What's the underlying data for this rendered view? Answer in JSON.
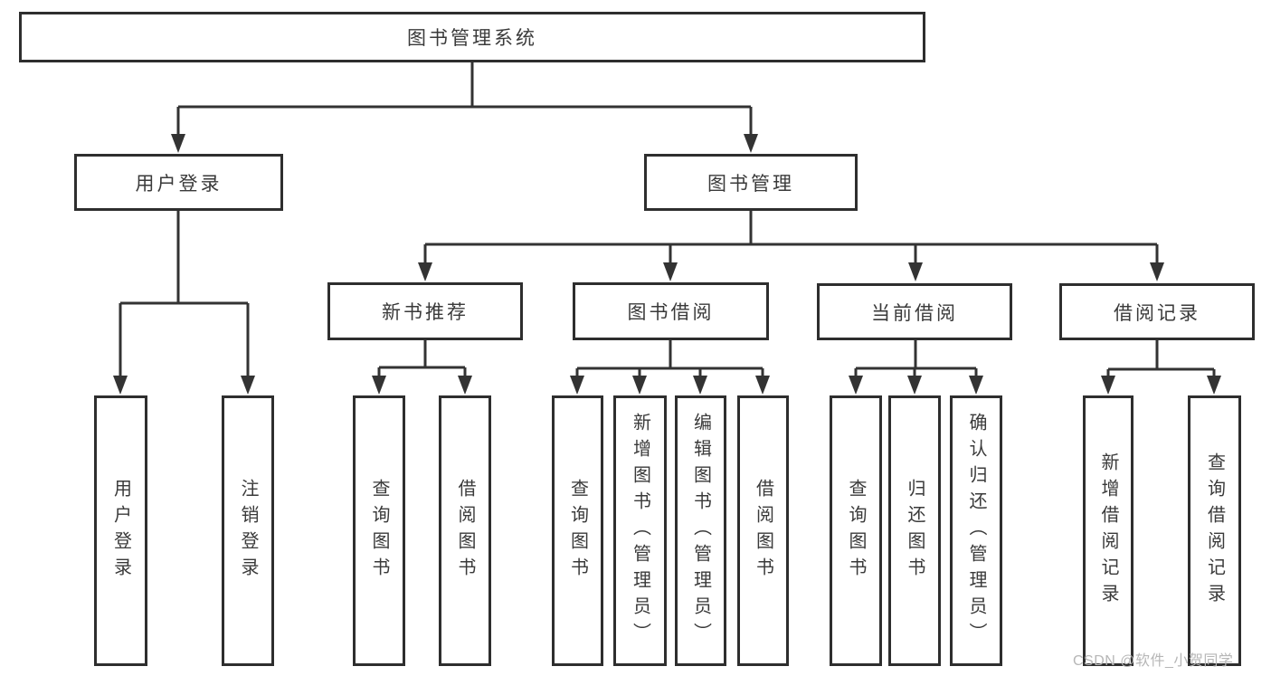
{
  "diagram": {
    "type": "hierarchy-tree",
    "root": {
      "label": "图书管理系统",
      "children": [
        {
          "label": "用户登录",
          "children": [
            {
              "label": "用户登录"
            },
            {
              "label": "注销登录"
            }
          ]
        },
        {
          "label": "图书管理",
          "children": [
            {
              "label": "新书推荐",
              "children": [
                {
                  "label": "查询图书"
                },
                {
                  "label": "借阅图书"
                }
              ]
            },
            {
              "label": "图书借阅",
              "children": [
                {
                  "label": "查询图书"
                },
                {
                  "label": "新增图书（管理员）"
                },
                {
                  "label": "编辑图书（管理员）"
                },
                {
                  "label": "借阅图书"
                }
              ]
            },
            {
              "label": "当前借阅",
              "children": [
                {
                  "label": "查询图书"
                },
                {
                  "label": "归还图书"
                },
                {
                  "label": "确认归还（管理员）"
                }
              ]
            },
            {
              "label": "借阅记录",
              "children": [
                {
                  "label": "新增借阅记录"
                },
                {
                  "label": "查询借阅记录"
                }
              ]
            }
          ]
        }
      ]
    }
  },
  "watermark": {
    "text": "CSDN @软件_小贺同学"
  },
  "colors": {
    "border": "#2e2e2e",
    "line": "#333333",
    "text": "#3a3a3a",
    "background": "#ffffff",
    "watermark": "#b6b6b6"
  }
}
